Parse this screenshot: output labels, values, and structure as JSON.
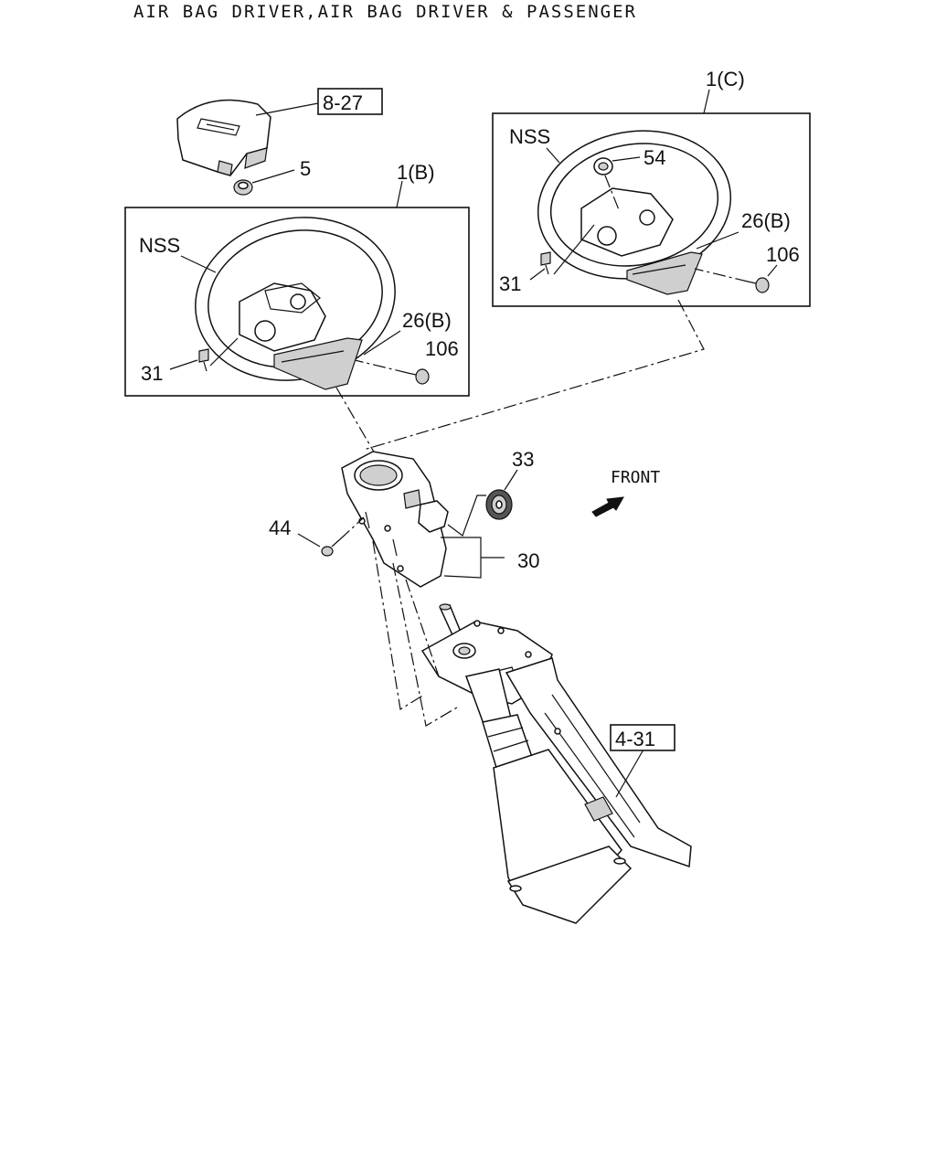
{
  "title": "AIR BAG DRIVER,AIR BAG DRIVER & PASSENGER",
  "labels": {
    "ref_8_27": "8-27",
    "ref_4_31": "4-31",
    "p5": "5",
    "p1b": "1(B)",
    "p1c": "1(C)",
    "nss_b": "NSS",
    "nss_c": "NSS",
    "p54": "54",
    "p26b_left": "26(B)",
    "p26b_right": "26(B)",
    "p106_left": "106",
    "p106_right": "106",
    "p31_left": "31",
    "p31_right": "31",
    "p33": "33",
    "p44": "44",
    "p30": "30",
    "front": "FRONT"
  }
}
